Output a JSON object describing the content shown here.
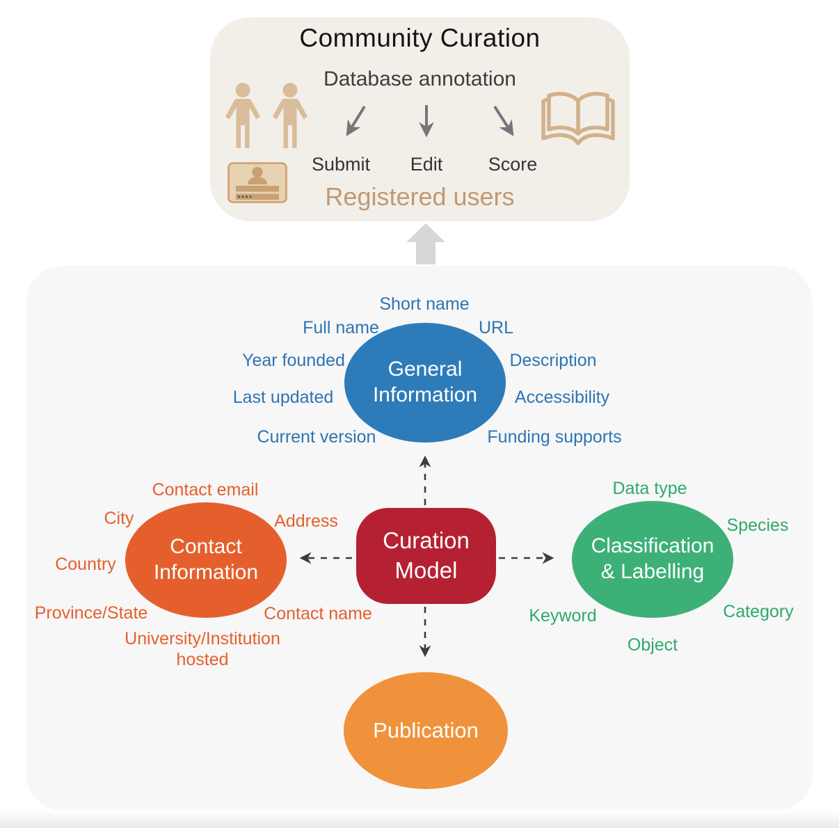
{
  "top_panel": {
    "title": "Community Curation",
    "subtitle": "Database annotation",
    "actions": [
      {
        "label": "Submit"
      },
      {
        "label": "Edit"
      },
      {
        "label": "Score"
      }
    ],
    "footer": "Registered users",
    "icons": {
      "left": "users-icon",
      "left_lower": "id-card-icon",
      "right": "open-book-icon",
      "arrows": [
        "down-left-arrow-icon",
        "down-arrow-icon",
        "down-right-arrow-icon"
      ]
    }
  },
  "connector": {
    "icon": "up-block-arrow-icon"
  },
  "diagram": {
    "center_node": {
      "title": "Curation\nModel",
      "color": "#b52132"
    },
    "nodes": {
      "general": {
        "title": "General\nInformation",
        "color": "#2e7bb9",
        "satellites": [
          "Short name",
          "Full name",
          "URL",
          "Year founded",
          "Description",
          "Last updated",
          "Accessibility",
          "Current version",
          "Funding supports"
        ]
      },
      "contact": {
        "title": "Contact\nInformation",
        "color": "#e55f2d",
        "satellites": [
          "Contact email",
          "City",
          "Address",
          "Country",
          "Province/State",
          "Contact name",
          "University/Institution\nhosted"
        ]
      },
      "classification": {
        "title": "Classification\n& Labelling",
        "color": "#3db077",
        "satellites": [
          "Data type",
          "Species",
          "Keyword",
          "Category",
          "Object"
        ]
      },
      "publication": {
        "title": "Publication",
        "color": "#f0923b",
        "satellites": []
      }
    }
  },
  "colors": {
    "top_panel_bg": "#f2efe9",
    "main_panel_bg": "#f7f7f7",
    "tan_icon": "#d9bc9a",
    "tan_outline": "#cf9e6e",
    "tan_text": "#c19974",
    "gray_arrow": "#76767a",
    "block_arrow": "#d7d7da",
    "dashed_connector": "#3d3d3d",
    "blue_node": "#2e7bb9",
    "orange_red_node": "#e55f2d",
    "green_node": "#3db077",
    "orange_node": "#f0923b",
    "red_center_node": "#b52132"
  }
}
